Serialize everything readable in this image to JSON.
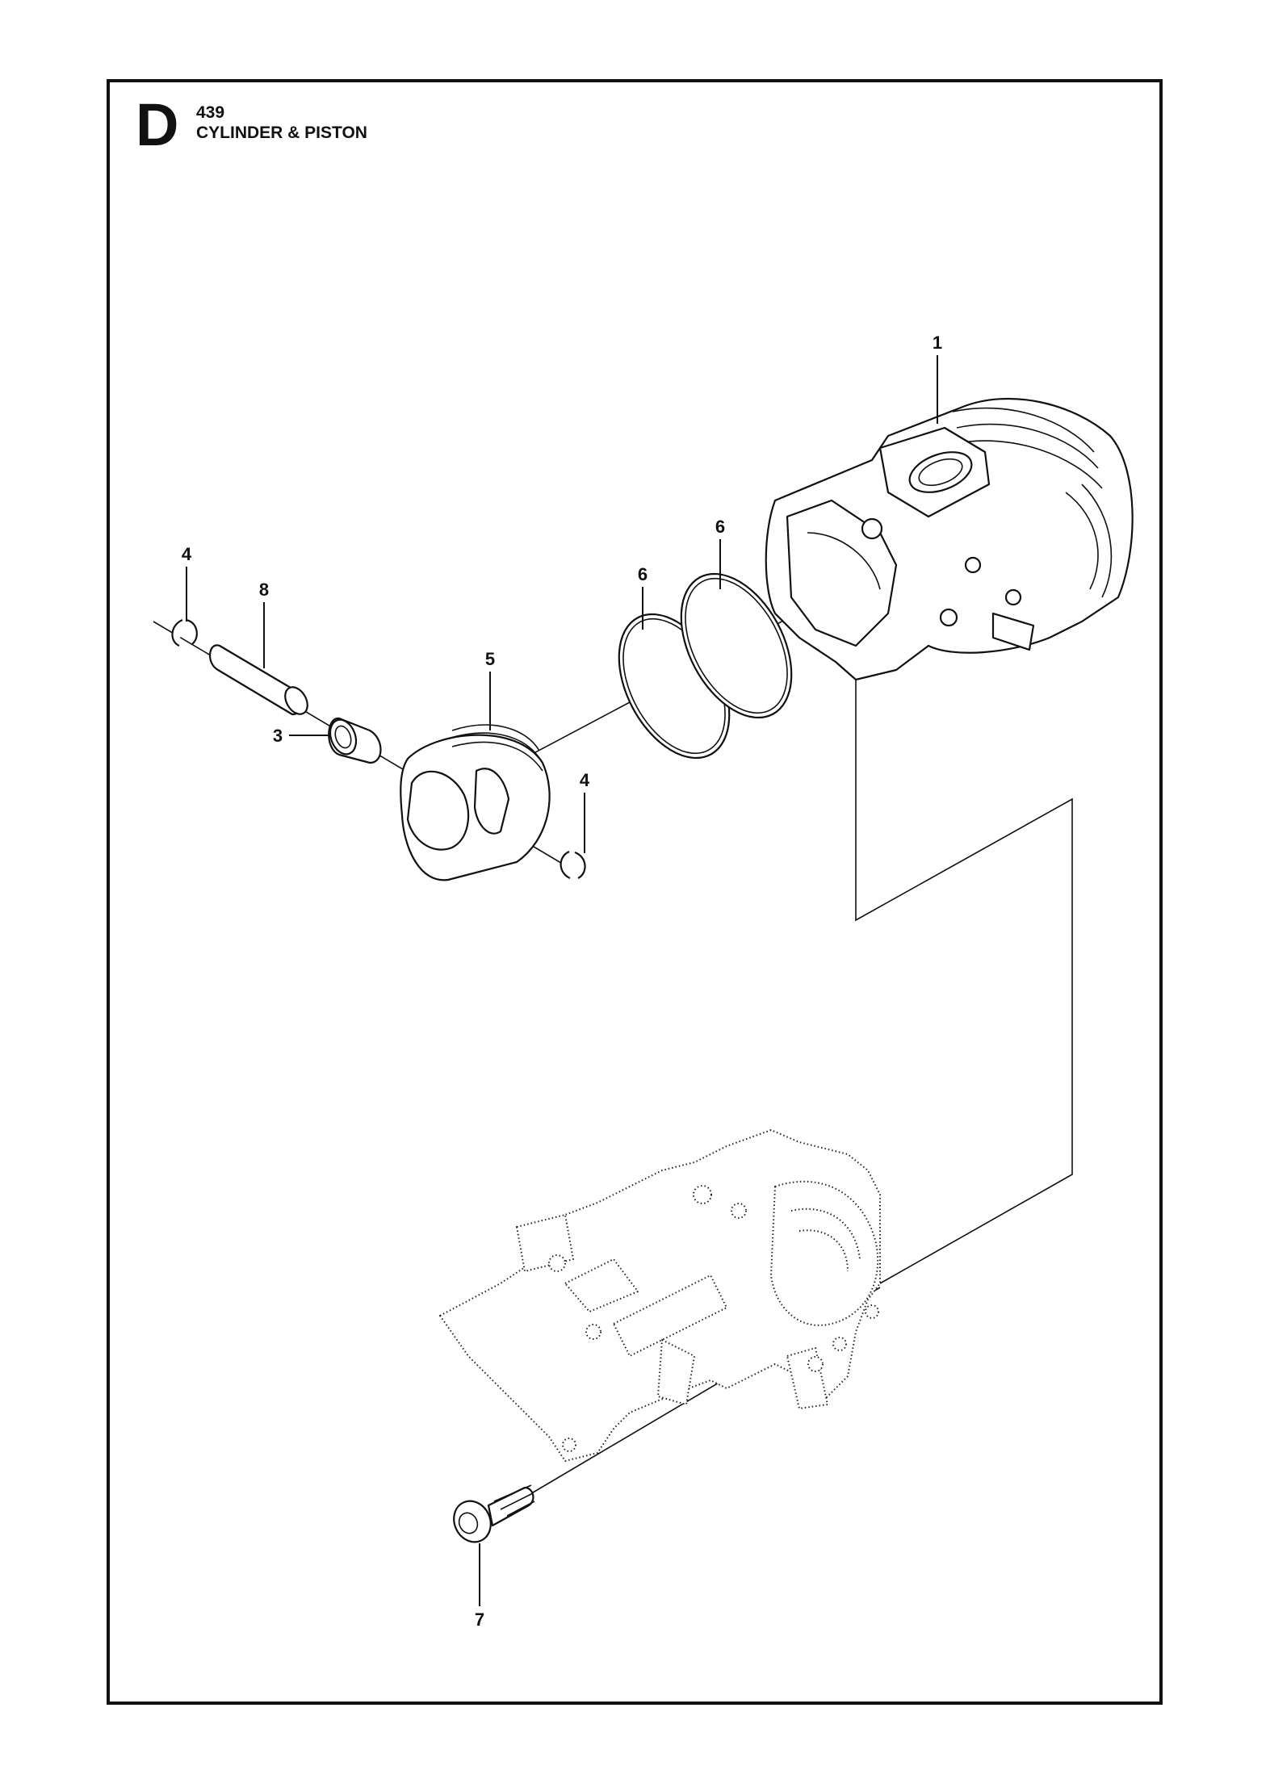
{
  "header": {
    "section_letter": "D",
    "model_number": "439",
    "title": "CYLINDER & PISTON"
  },
  "callouts": {
    "cylinder": "1",
    "bearing": "3",
    "circlip_left": "4",
    "circlip_right": "4",
    "piston": "5",
    "ring_front": "6",
    "ring_rear": "6",
    "screw": "7",
    "piston_pin": "8"
  }
}
